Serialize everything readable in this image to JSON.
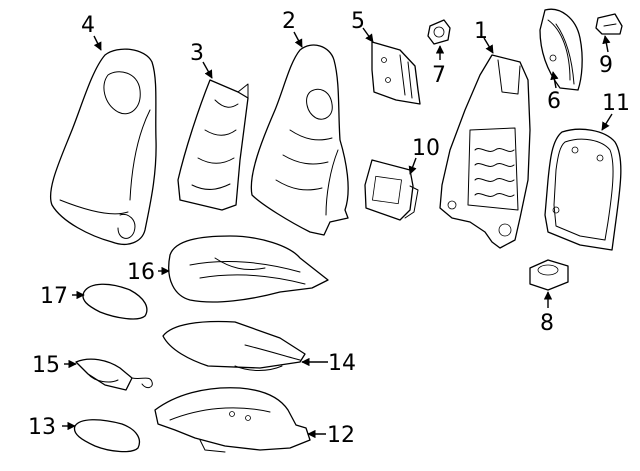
{
  "diagram": {
    "callouts": {
      "c1": "1",
      "c2": "2",
      "c3": "3",
      "c4": "4",
      "c5": "5",
      "c6": "6",
      "c7": "7",
      "c8": "8",
      "c9": "9",
      "c10": "10",
      "c11": "11",
      "c12": "12",
      "c13": "13",
      "c14": "14",
      "c15": "15",
      "c16": "16",
      "c17": "17"
    },
    "colors": {
      "line": "#000000",
      "background": "#ffffff"
    }
  }
}
